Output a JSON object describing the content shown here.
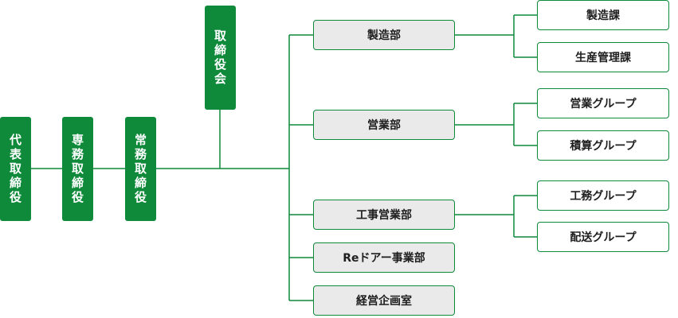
{
  "executives": {
    "representative": "代表取締役",
    "senior": "専務取締役",
    "managing": "常務取締役",
    "board": "取締役会"
  },
  "departments": [
    {
      "name": "製造部",
      "sections": [
        "製造課",
        "生産管理課"
      ]
    },
    {
      "name": "営業部",
      "sections": [
        "営業グループ",
        "積算グループ"
      ]
    },
    {
      "name": "工事営業部",
      "sections": [
        "工務グループ",
        "配送グループ"
      ]
    },
    {
      "name": "Reドアー事業部",
      "sections": []
    },
    {
      "name": "経営企画室",
      "sections": []
    }
  ],
  "colors": {
    "accent": "#0f8a3a",
    "dept_fill": "#eaeaea",
    "line": "#0f8a3a"
  }
}
